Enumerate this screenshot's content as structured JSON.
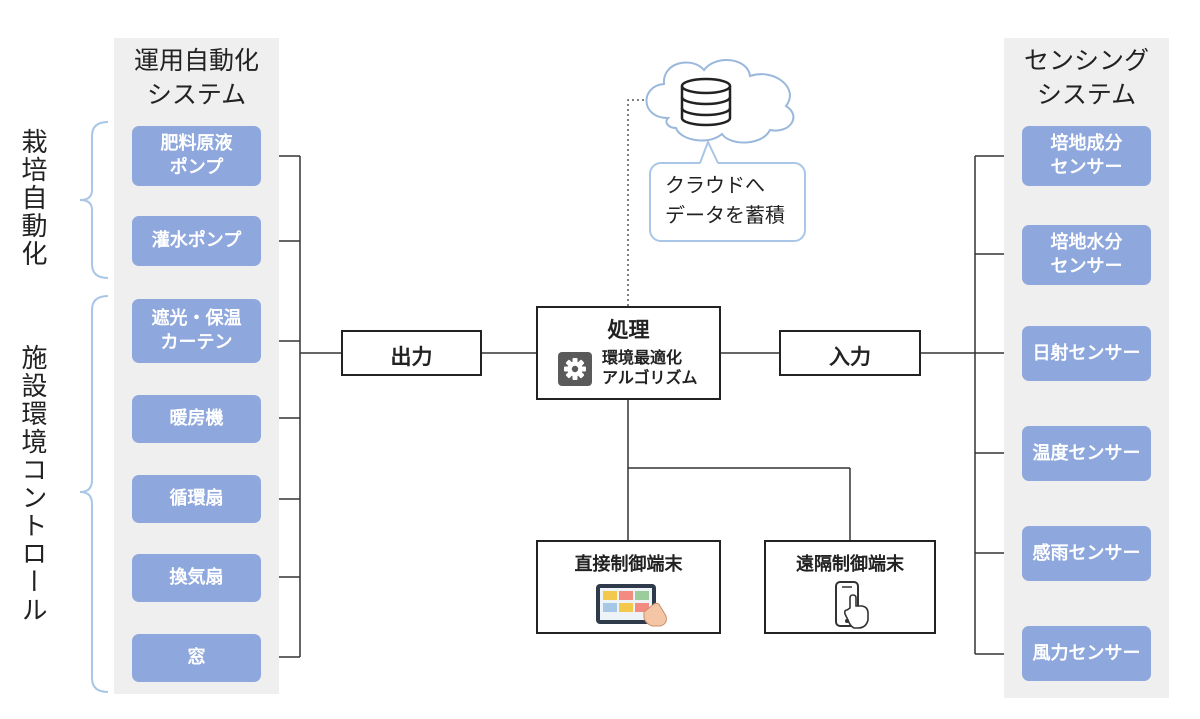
{
  "left_panel": {
    "title": "運用自動化\nシステム",
    "devices": [
      "肥料原液\nポンプ",
      "灌水ポンプ",
      "遮光・保温\nカーテン",
      "暖房機",
      "循環扇",
      "換気扇",
      "窓"
    ]
  },
  "left_groups": {
    "cultivation": "栽培自動化",
    "facility": "施設環境コントロール"
  },
  "right_panel": {
    "title": "センシング\nシステム",
    "sensors": [
      "培地成分\nセンサー",
      "培地水分\nセンサー",
      "日射センサー",
      "温度センサー",
      "感雨センサー",
      "風力センサー"
    ]
  },
  "center": {
    "output_label": "出力",
    "input_label": "入力",
    "process_label": "処理",
    "algorithm_label": "環境最適化\nアルゴリズム",
    "cloud_text": "クラウドへ\nデータを蓄積",
    "direct_terminal": "直接制御端末",
    "remote_terminal": "遠隔制御端末"
  },
  "icons": {
    "algorithm": "gear-icon",
    "cloud": "cloud-icon",
    "database": "database-icon",
    "tablet": "tablet-touch-icon",
    "phone": "smartphone-touch-icon"
  },
  "colors": {
    "device_fill": "#8ea7dc",
    "panel_bg": "#efefef",
    "bubble_border": "#a9c6e6",
    "bracket": "#a9c6e6"
  }
}
